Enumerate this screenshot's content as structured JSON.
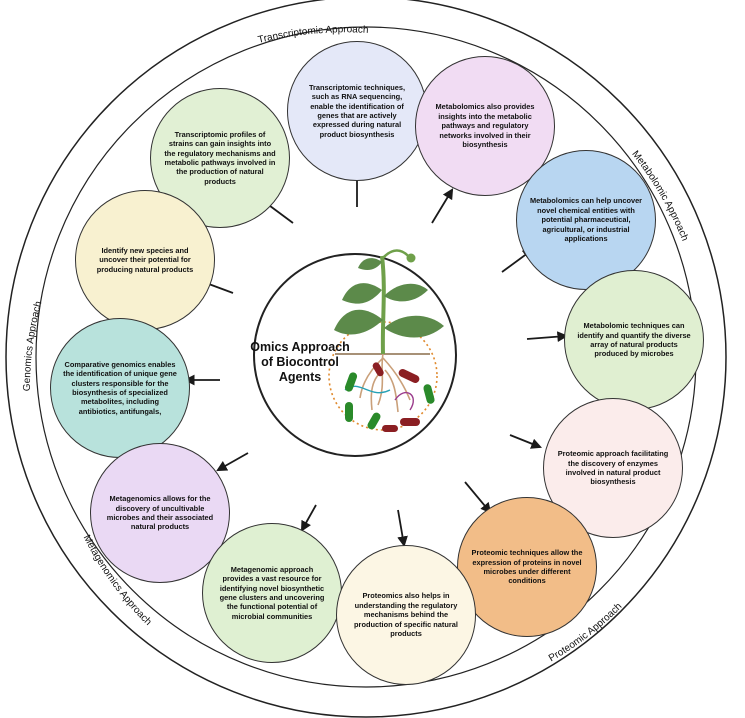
{
  "center": {
    "title_line1": "Omics Approach",
    "title_line2": "of Biocontrol",
    "title_line3": "Agents"
  },
  "approaches": {
    "transcriptomic": "Transcriptomic Approach",
    "metabolomic": "Metabolomic Approach",
    "genomics": "Genomics Approach",
    "metagenomics": "Metagenomics Approach",
    "proteomic": "Proteomic Approach"
  },
  "bubbles": [
    {
      "id": "transcriptomic-techniques",
      "text": "Transcriptomic techniques, such as RNA sequencing, enable the identification of genes that are actively expressed during natural product biosynthesis",
      "color": "#e4e8f8"
    },
    {
      "id": "transcriptomic-profiles",
      "text": "Transcriptomic profiles of strains can gain insights into the regulatory mechanisms and metabolic pathways involved in the production of natural products",
      "color": "#e1f0d4"
    },
    {
      "id": "metabolomics-insights",
      "text": "Metabolomics also provides insights into the metabolic pathways and regulatory networks involved in their biosynthesis",
      "color": "#f1dcf3"
    },
    {
      "id": "metabolomics-uncover",
      "text": "Metabolomics can help uncover novel chemical entities with potential pharmaceutical, agricultural, or industrial applications",
      "color": "#b8d6f1"
    },
    {
      "id": "metabolomic-techniques",
      "text": "Metabolomic techniques can identify and quantify the diverse array of natural products produced by microbes",
      "color": "#e0efd1"
    },
    {
      "id": "genomics-species",
      "text": "Identify new species and uncover their potential for producing natural products",
      "color": "#f8f1d0"
    },
    {
      "id": "comparative-genomics",
      "text": "Comparative genomics enables the identification of unique gene clusters responsible for the biosynthesis of specialized metabolites, including antibiotics, antifungals,",
      "color": "#b8e2dc"
    },
    {
      "id": "proteomic-enzymes",
      "text": "Proteomic approach facilitating the discovery of enzymes involved in natural product biosynthesis",
      "color": "#fbeceb"
    },
    {
      "id": "metagenomics-uncultivable",
      "text": "Metagenomics allows for the discovery of uncultivable microbes and their associated natural products",
      "color": "#ead9f4"
    },
    {
      "id": "proteomic-expression",
      "text": "Proteomic techniques allow the expression of proteins in novel microbes under different conditions",
      "color": "#f2bd88"
    },
    {
      "id": "metagenomic-resource",
      "text": "Metagenomic approach provides a vast resource for identifying novel biosynthetic gene clusters and uncovering the functional potential of microbial communities",
      "color": "#dff0d2"
    },
    {
      "id": "proteomics-regulatory",
      "text": "Proteomics also helps in understanding the regulatory mechanisms behind the production of specific natural products",
      "color": "#fcf6e4"
    }
  ]
}
